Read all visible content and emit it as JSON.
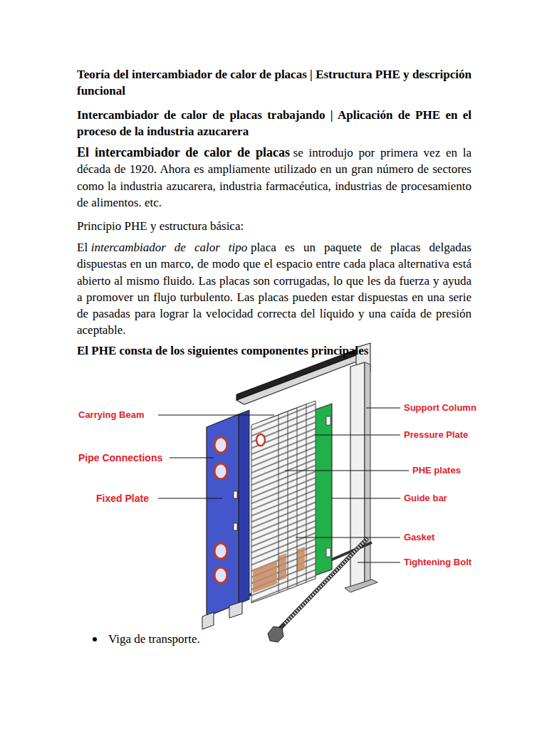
{
  "diagram": {
    "title": "Teoría del intercambiador de calor de placas | Estructura PHE y descripción funcional",
    "labels": [
      "Intercambiador de calor de placas trabajando | Aplicación de PHE en el proceso de la industria azucarera",
      "El intercambiador de calor de placas",
      "se introdujo por primera vez en la década de 1920. Ahora es ampliamente utilizado en un gran número de sectores como la industria azucarera, industria farmacéutica, industrias de procesamiento de alimentos. etc.",
      "Principio PHE y estructura básica:",
      "El",
      "intercambiador de calor tipo",
      "placa es un paquete de placas delgadas dispuestas en un marco, de modo que el espacio entre cada placa alternativa está abierto al mismo fluido. Las placas son corrugadas, lo que les da fuerza y ayuda a promover un flujo turbulento. Las placas pueden estar dispuestas en una serie de pasadas para lograr la velocidad correcta del líquido y una caída de presión aceptable.",
      "El PHE consta de los siguientes componentes principales",
      "Carrying Beam",
      "Pipe Connections",
      "Fixed Plate",
      "Support Column",
      "Pressure Plate",
      "PHE plates",
      "Guide bar",
      "Gasket",
      "Tightening Bolt",
      "Viga de transporte."
    ]
  }
}
